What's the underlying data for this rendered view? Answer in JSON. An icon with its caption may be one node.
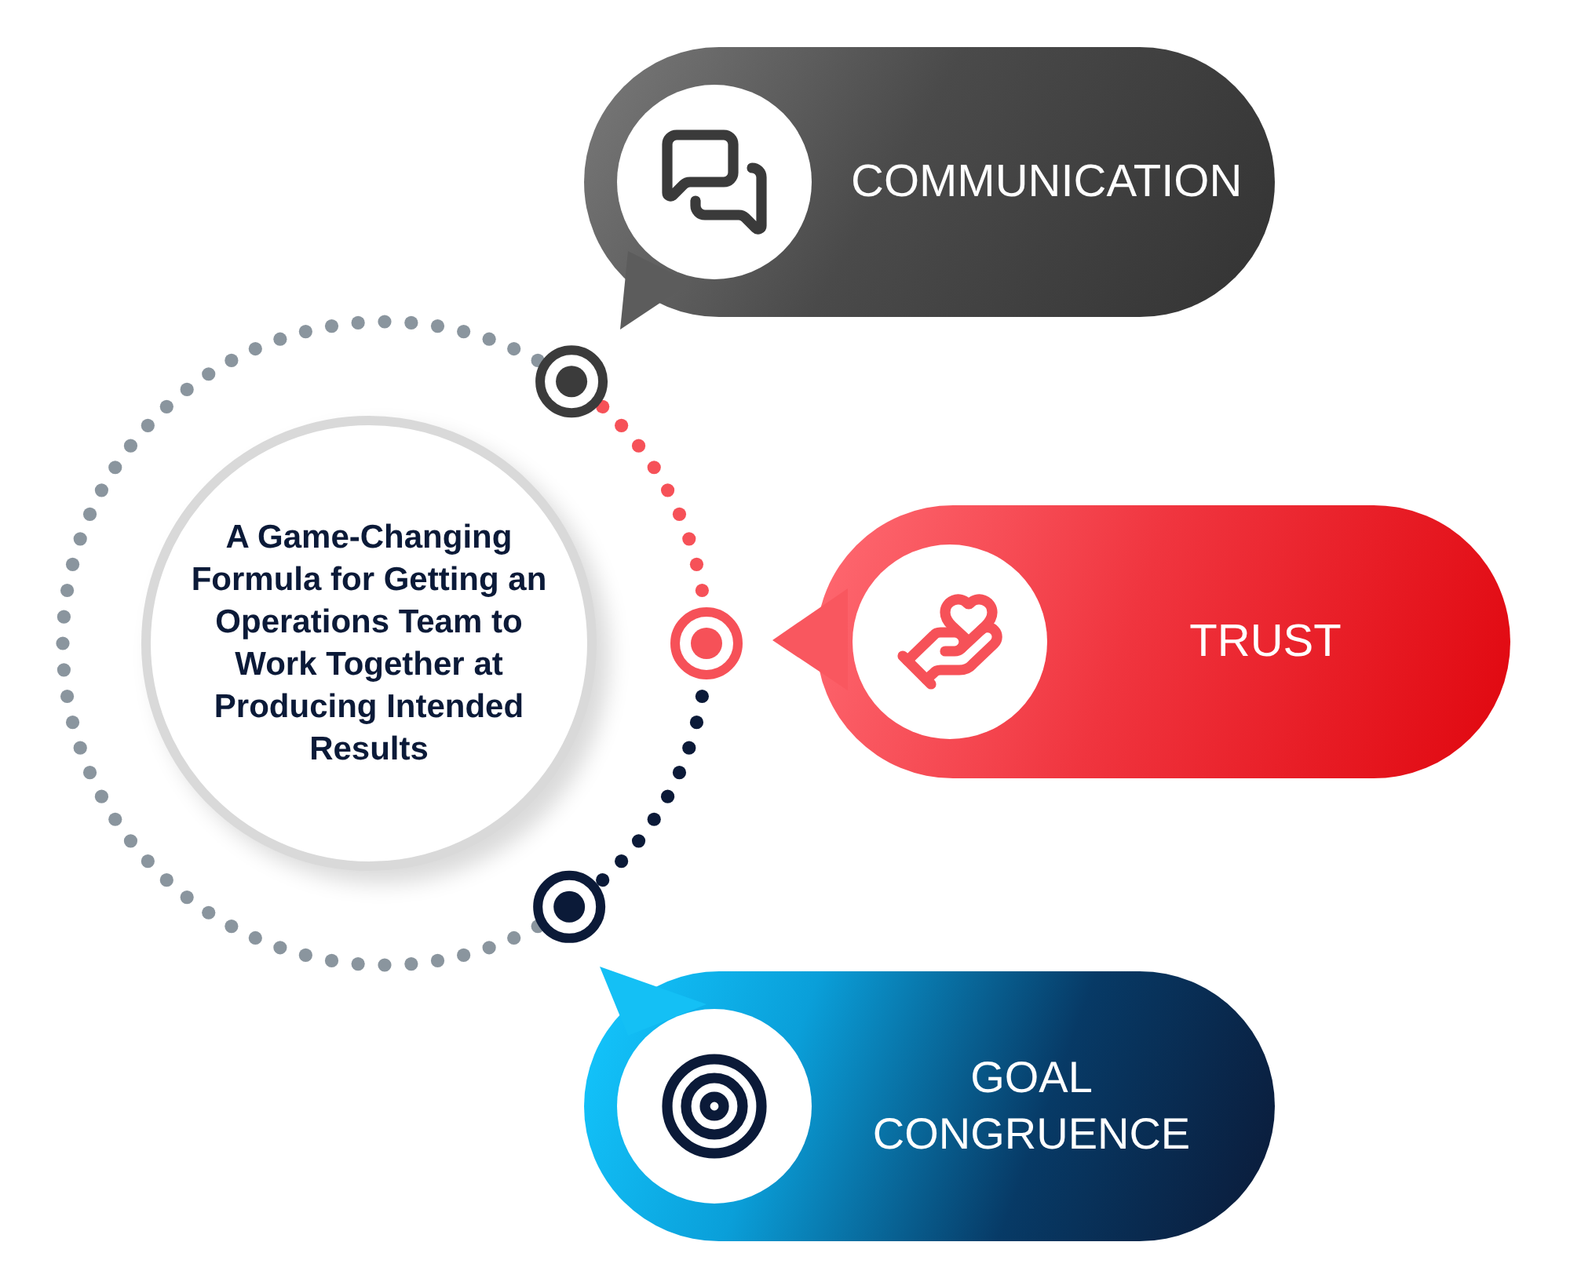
{
  "diagram": {
    "nodes": [
      {
        "text": [
          "A Game-Changing Formula for Getting an Operations Team to Work Together at Producing Intended Results"
        ]
      },
      {
        "text": [
          "COMMUNICATION"
        ]
      },
      {
        "text": [
          "TRUST"
        ]
      },
      {
        "text": [
          "GOAL CONGRUENCE"
        ]
      }
    ]
  }
}
